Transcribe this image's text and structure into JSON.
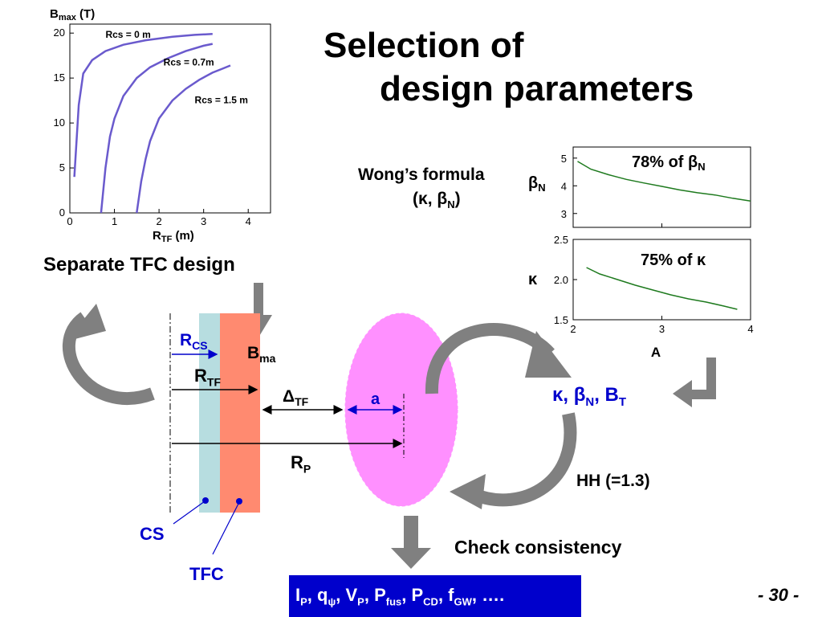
{
  "title": {
    "line1": "Selection of",
    "line2": "design parameters"
  },
  "tfc_design_label": "Separate TFC design",
  "wong": {
    "line1": "Wong’s formula",
    "line2": "(κ, β",
    "line2_sub": "N",
    "line2_end": ")"
  },
  "targets": {
    "k": "κ, β",
    "k_sub": "N",
    "bt": ", B",
    "bt_sub": "T"
  },
  "hh_label": "HH (=1.3)",
  "check_label": "Check consistency",
  "page_number": "- 30 -",
  "labels": {
    "rcs": "R",
    "rcs_sub": "CS",
    "rtf": "R",
    "rtf_sub": "TF",
    "bma": "B",
    "bma_sub": "ma",
    "delta": "Δ",
    "delta_sub": "TF",
    "a": "a",
    "rp": "R",
    "rp_sub": "P",
    "cs": "CS",
    "tfc": "TFC"
  },
  "outputs_text": {
    "i": "I",
    "i_sub": "P",
    "q": ", q",
    "q_sub": "ψ",
    "v": ", V",
    "v_sub": "P",
    "pf": ", P",
    "pf_sub": "fus",
    "pc": ", P",
    "pc_sub": "CD",
    "fg": ", f",
    "fg_sub": "GW",
    "end": ", …."
  },
  "colors": {
    "cs": "#b7dde0",
    "tfc": "#ff8a70",
    "plasma": "#ff90ff",
    "arrow": "#808080",
    "blue": "#0000cc",
    "curve": "#6a5acd",
    "green": "#1e7a1e",
    "box": "#0000cc"
  },
  "chart_data": [
    {
      "type": "line",
      "ylabel": "B",
      "ylabel_sub": "max",
      "ylabel_unit": " (T)",
      "xlabel": "R",
      "xlabel_sub": "TF",
      "xlabel_unit": " (m)",
      "xlim": [
        0,
        4.5
      ],
      "ylim": [
        0,
        21
      ],
      "xticks": [
        "0",
        "1",
        "2",
        "3",
        "4"
      ],
      "yticks": [
        "0",
        "5",
        "10",
        "15",
        "20"
      ],
      "series": [
        {
          "name": "Rcs = 0 m",
          "x": [
            0.1,
            0.2,
            0.3,
            0.5,
            0.8,
            1.2,
            1.7,
            2.3,
            2.8,
            3.2
          ],
          "y": [
            4,
            12,
            15.5,
            17,
            18,
            18.7,
            19.2,
            19.6,
            19.8,
            19.9
          ]
        },
        {
          "name": "Rcs = 0.7m",
          "x": [
            0.7,
            0.8,
            0.9,
            1.0,
            1.2,
            1.5,
            1.8,
            2.2,
            2.6,
            3.0,
            3.2
          ],
          "y": [
            0,
            5,
            8.5,
            10.5,
            13,
            15,
            16.2,
            17.2,
            18,
            18.6,
            18.8
          ]
        },
        {
          "name": "Rcs = 1.5 m",
          "x": [
            1.5,
            1.6,
            1.7,
            1.8,
            2.0,
            2.3,
            2.6,
            2.9,
            3.2,
            3.4,
            3.6
          ],
          "y": [
            0,
            3.5,
            6,
            8,
            10.5,
            12.5,
            13.8,
            14.8,
            15.6,
            16.0,
            16.4
          ]
        }
      ]
    },
    {
      "type": "line",
      "ylabel": "β",
      "ylabel_sub": "N",
      "annotation": "78% of β",
      "annotation_sub": "N",
      "xlim": [
        2,
        4
      ],
      "ylim": [
        2.5,
        5.4
      ],
      "yticks": [
        "3",
        "4",
        "5"
      ],
      "series": [
        {
          "x": [
            2.05,
            2.2,
            2.4,
            2.6,
            2.8,
            3.0,
            3.2,
            3.4,
            3.6,
            3.8,
            4.0
          ],
          "y": [
            4.88,
            4.6,
            4.4,
            4.23,
            4.1,
            3.98,
            3.85,
            3.75,
            3.67,
            3.55,
            3.45
          ]
        }
      ]
    },
    {
      "type": "line",
      "ylabel": "κ",
      "annotation": "75% of κ",
      "xlabel": "A",
      "xlim": [
        2,
        4
      ],
      "ylim": [
        1.5,
        2.5
      ],
      "xticks": [
        "2",
        "3",
        "4"
      ],
      "yticks": [
        "1.5",
        "2.0",
        "2.5"
      ],
      "series": [
        {
          "x": [
            2.15,
            2.3,
            2.5,
            2.7,
            2.9,
            3.1,
            3.3,
            3.5,
            3.7,
            3.85
          ],
          "y": [
            2.15,
            2.07,
            2.0,
            1.93,
            1.87,
            1.81,
            1.76,
            1.72,
            1.67,
            1.63
          ]
        }
      ]
    }
  ]
}
